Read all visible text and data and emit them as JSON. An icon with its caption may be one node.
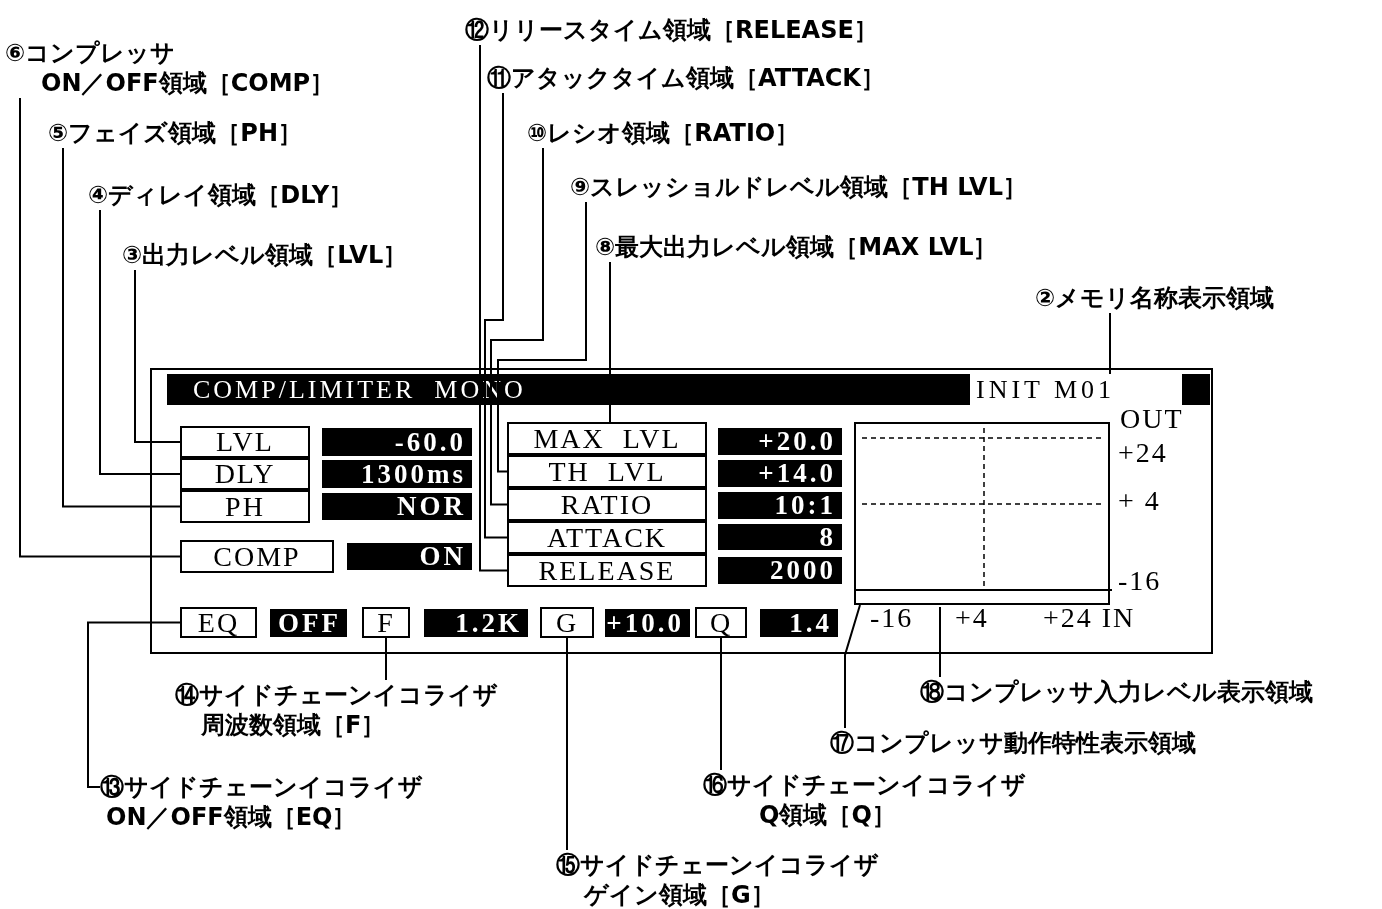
{
  "diagram": {
    "nodes": [
      {
        "text": [
          "⑫リリースタイム領域［RELEASE］"
        ]
      },
      {
        "text": [
          "⑥コンプレッサON／OFF領域［COMP］"
        ]
      },
      {
        "text": [
          "⑪アタックタイム領域［ATTACK］"
        ]
      },
      {
        "text": [
          "⑤フェイズ領域［PH］"
        ]
      },
      {
        "text": [
          "⑩レシオ領域［RATIO］"
        ]
      },
      {
        "text": [
          "⑨スレッショルドレベル領域［TH LVL］"
        ]
      },
      {
        "text": [
          "④ディレイ領域［DLY］"
        ]
      },
      {
        "text": [
          "⑧最大出力レベル領域［MAX LVL］"
        ]
      },
      {
        "text": [
          "③出力レベル領域［LVL］"
        ]
      },
      {
        "text": [
          "②メモリ名称表示領域"
        ]
      },
      {
        "text": [],
        "shape": "box"
      },
      {
        "text": [
          "COMP/LIMITER  MONO"
        ],
        "in": 10
      },
      {
        "text": [
          "INIT M01"
        ],
        "in": 10
      },
      {
        "text": [
          "LVL"
        ],
        "in": 10
      },
      {
        "text": [
          "-60.0"
        ],
        "in": 10
      },
      {
        "text": [
          "MAX  LVL"
        ],
        "in": 10
      },
      {
        "text": [
          "+20.0"
        ],
        "in": 10
      },
      {
        "text": [],
        "shape": "box",
        "in": 10
      },
      {
        "text": [
          "DLY"
        ],
        "in": 10
      },
      {
        "text": [
          "1300ms"
        ],
        "in": 10
      },
      {
        "text": [
          "TH  LVL"
        ],
        "in": 10
      },
      {
        "text": [
          "+14.0"
        ],
        "in": 10
      },
      {
        "text": [
          "PH"
        ],
        "in": 10
      },
      {
        "text": [
          "NOR"
        ],
        "in": 10
      },
      {
        "text": [
          "RATIO"
        ],
        "in": 10
      },
      {
        "text": [
          "10:1"
        ],
        "in": 10
      },
      {
        "text": [
          "ATTACK"
        ],
        "in": 10
      },
      {
        "text": [
          "8"
        ],
        "in": 10
      },
      {
        "text": [
          "COMP"
        ],
        "in": 10
      },
      {
        "text": [
          "ON"
        ],
        "in": 10
      },
      {
        "text": [
          "RELEASE"
        ],
        "in": 10
      },
      {
        "text": [
          "2000"
        ],
        "in": 10
      },
      {
        "text": [],
        "shape": "bar",
        "in": 17
      },
      {
        "text": [
          "EQ"
        ],
        "in": 10
      },
      {
        "text": [
          "OFF"
        ],
        "in": 10
      },
      {
        "text": [
          "F"
        ],
        "in": 10
      },
      {
        "text": [
          "1.2K"
        ],
        "in": 10
      },
      {
        "text": [
          "G"
        ],
        "in": 10
      },
      {
        "text": [
          "+10.0"
        ],
        "in": 10
      },
      {
        "text": [
          "Q"
        ],
        "in": 10
      },
      {
        "text": [
          "1.4"
        ],
        "in": 10
      },
      {
        "text": [
          "⑱コンプレッサ入力レベル表示領域"
        ]
      },
      {
        "text": [
          "⑭サイドチェーンイコライザ周波数領域［F］"
        ]
      },
      {
        "text": [
          "⑰コンプレッサ動作特性表示領域"
        ]
      },
      {
        "text": [
          "⑬サイドチェーンイコライザON／OFF領域［EQ］"
        ]
      },
      {
        "text": [
          "⑯サイドチェーンイコライザQ領域［Q］"
        ]
      },
      {
        "text": [
          "⑮サイドチェーンイコライザゲイン領域［G］"
        ]
      }
    ],
    "edges": [
      {
        "from": 0,
        "to": 30,
        "arrow": "none"
      },
      {
        "from": 1,
        "to": 28,
        "arrow": "none"
      },
      {
        "from": 2,
        "to": 26,
        "arrow": "none"
      },
      {
        "from": 3,
        "to": 22,
        "arrow": "none"
      },
      {
        "from": 4,
        "to": 24,
        "arrow": "none"
      },
      {
        "from": 5,
        "to": 20,
        "arrow": "none"
      },
      {
        "from": 6,
        "to": 18,
        "arrow": "none"
      },
      {
        "from": 7,
        "to": 15,
        "arrow": "none"
      },
      {
        "from": 8,
        "to": 13,
        "arrow": "none"
      },
      {
        "from": 9,
        "to": 12,
        "arrow": "none"
      },
      {
        "from": 41,
        "to": 32,
        "arrow": "none"
      },
      {
        "from": 42,
        "to": 35,
        "arrow": "none"
      },
      {
        "from": 43,
        "to": 17,
        "arrow": "none"
      },
      {
        "from": 44,
        "to": 33,
        "arrow": "none"
      },
      {
        "from": 45,
        "to": 39,
        "arrow": "none"
      },
      {
        "from": 46,
        "to": 37,
        "arrow": "none"
      }
    ],
    "labels": [
      "OUT",
      "+24",
      "+ 4",
      "-16",
      "-16",
      "+4",
      "+24 IN"
    ]
  }
}
